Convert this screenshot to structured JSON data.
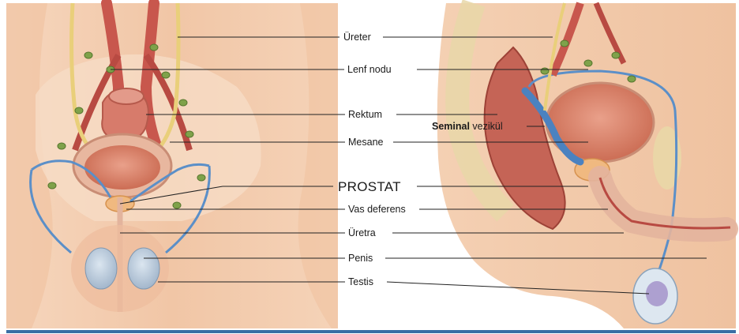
{
  "labels": {
    "ureter": "Üreter",
    "lenf_nodu": "Lenf nodu",
    "rektum": "Rektum",
    "seminal_bold": "Seminal",
    "seminal_rest": "vezikül",
    "mesane": "Mesane",
    "prostat": "PROSTAT",
    "vas_deferens": "Vas deferens",
    "uretra": "Üretra",
    "penis": "Penis",
    "testis": "Testis"
  },
  "colors": {
    "skin": "#f3cdb0",
    "skin_shadow": "#e2a888",
    "artery": "#c8574d",
    "ureter_yellow": "#e9cf7a",
    "lymph": "#7fa24a",
    "vas_blue": "#5b8fc8",
    "bladder": "#d8866f",
    "accent_rule": "#3b6ea5"
  }
}
